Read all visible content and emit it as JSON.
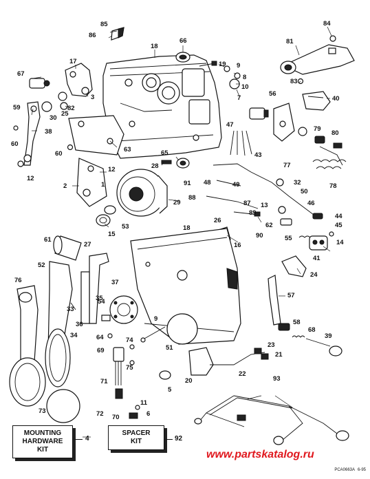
{
  "parts": [
    {
      "num": "85"
    },
    {
      "num": "86"
    },
    {
      "num": "66"
    },
    {
      "num": "18"
    },
    {
      "num": "84"
    },
    {
      "num": "81"
    },
    {
      "num": "19"
    },
    {
      "num": "9"
    },
    {
      "num": "8"
    },
    {
      "num": "10"
    },
    {
      "num": "17"
    },
    {
      "num": "67"
    },
    {
      "num": "3"
    },
    {
      "num": "25"
    },
    {
      "num": "82"
    },
    {
      "num": "7"
    },
    {
      "num": "83"
    },
    {
      "num": "56"
    },
    {
      "num": "40"
    },
    {
      "num": "59"
    },
    {
      "num": "30"
    },
    {
      "num": "38"
    },
    {
      "num": "60"
    },
    {
      "num": "63"
    },
    {
      "num": "47"
    },
    {
      "num": "79"
    },
    {
      "num": "80"
    },
    {
      "num": "43"
    },
    {
      "num": "77"
    },
    {
      "num": "60"
    },
    {
      "num": "65"
    },
    {
      "num": "28"
    },
    {
      "num": "12"
    },
    {
      "num": "12"
    },
    {
      "num": "1"
    },
    {
      "num": "2"
    },
    {
      "num": "29"
    },
    {
      "num": "91"
    },
    {
      "num": "48"
    },
    {
      "num": "49"
    },
    {
      "num": "88"
    },
    {
      "num": "32"
    },
    {
      "num": "50"
    },
    {
      "num": "78"
    },
    {
      "num": "87"
    },
    {
      "num": "46"
    },
    {
      "num": "13"
    },
    {
      "num": "89"
    },
    {
      "num": "26"
    },
    {
      "num": "44"
    },
    {
      "num": "62"
    },
    {
      "num": "53"
    },
    {
      "num": "15"
    },
    {
      "num": "45"
    },
    {
      "num": "90"
    },
    {
      "num": "55"
    },
    {
      "num": "14"
    },
    {
      "num": "16"
    },
    {
      "num": "18"
    },
    {
      "num": "41"
    },
    {
      "num": "61"
    },
    {
      "num": "27"
    },
    {
      "num": "52"
    },
    {
      "num": "24"
    },
    {
      "num": "37"
    },
    {
      "num": "76"
    },
    {
      "num": "57"
    },
    {
      "num": "35"
    },
    {
      "num": "54"
    },
    {
      "num": "33"
    },
    {
      "num": "36"
    },
    {
      "num": "9"
    },
    {
      "num": "58"
    },
    {
      "num": "68"
    },
    {
      "num": "34"
    },
    {
      "num": "64"
    },
    {
      "num": "74"
    },
    {
      "num": "39"
    },
    {
      "num": "51"
    },
    {
      "num": "23"
    },
    {
      "num": "21"
    },
    {
      "num": "69"
    },
    {
      "num": "75"
    },
    {
      "num": "22"
    },
    {
      "num": "20"
    },
    {
      "num": "5"
    },
    {
      "num": "71"
    },
    {
      "num": "93"
    },
    {
      "num": "11"
    },
    {
      "num": "72"
    },
    {
      "num": "70"
    },
    {
      "num": "6"
    },
    {
      "num": "73"
    },
    {
      "num": "4"
    },
    {
      "num": "92"
    }
  ],
  "kits": {
    "mounting_hardware": {
      "line1": "MOUNTING",
      "line2": "HARDWARE",
      "line3": "KIT",
      "num": "4"
    },
    "spacer": {
      "line1": "SPACER",
      "line2": "KIT",
      "num": "92"
    }
  },
  "watermark": "www.partskatalog.ru",
  "figure_code": "PCA0663A",
  "figure_date": "6-95"
}
